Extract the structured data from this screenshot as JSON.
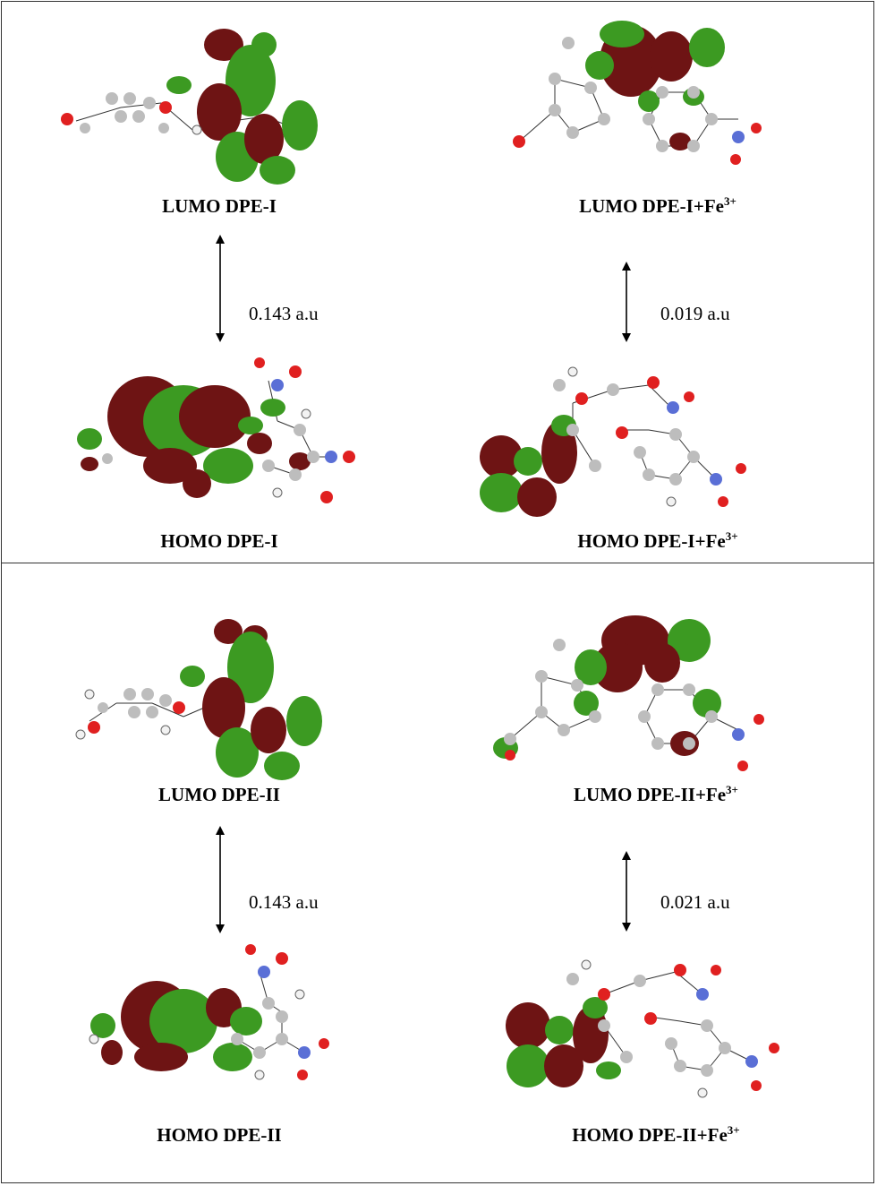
{
  "panels": [
    {
      "left": {
        "lumo_label": "LUMO DPE-I",
        "homo_label": "HOMO DPE-I",
        "gap": "0.143 a.u"
      },
      "right": {
        "lumo_label_main": "LUMO DPE-I+Fe",
        "lumo_label_sup": "3+",
        "homo_label_main": "HOMO DPE-I+Fe",
        "homo_label_sup": "3+",
        "gap": "0.019 a.u"
      }
    },
    {
      "left": {
        "lumo_label": "LUMO DPE-II",
        "homo_label": "HOMO DPE-II",
        "gap": "0.143 a.u"
      },
      "right": {
        "lumo_label_main": "LUMO DPE-II+Fe",
        "lumo_label_sup": "3+",
        "homo_label_main": "HOMO DPE-II+Fe",
        "homo_label_sup": "3+",
        "gap": "0.021 a.u"
      }
    }
  ],
  "colors": {
    "lobe_green": "#3c9a22",
    "lobe_red": "#6e1414",
    "atom_c": "#bdbdbd",
    "atom_o": "#e02020",
    "atom_n": "#5a6fd6",
    "atom_h": "#f2f2f2"
  }
}
